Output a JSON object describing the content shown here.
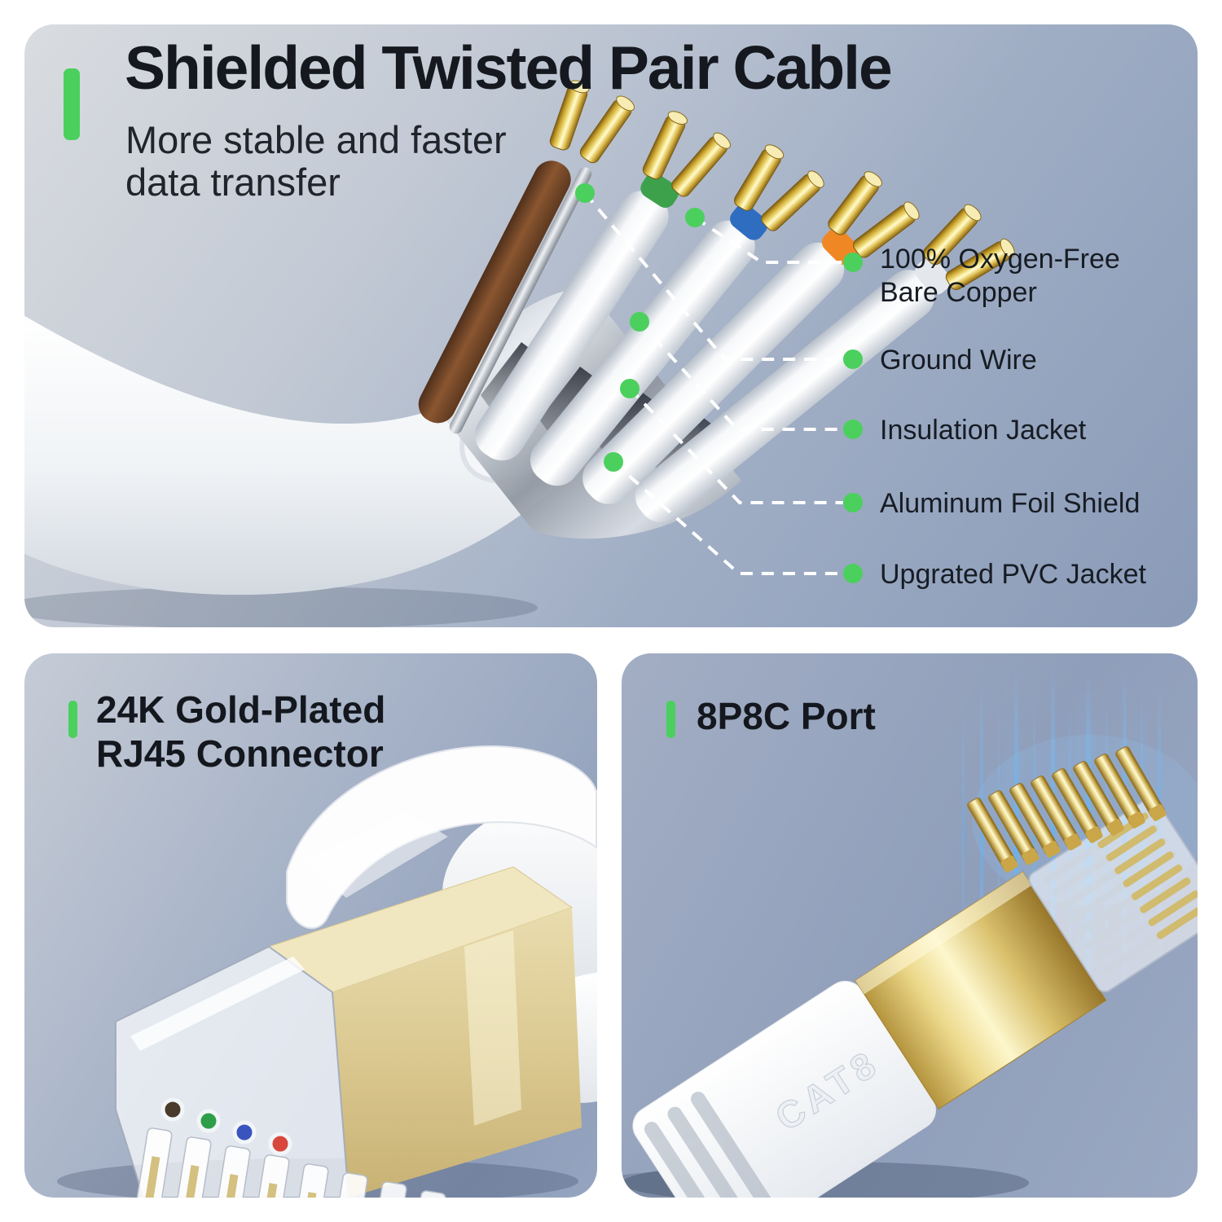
{
  "accent_color": "#4bd05e",
  "panels": {
    "top": {
      "title": "Shielded Twisted Pair Cable",
      "subtitle": "More stable and faster\ndata transfer",
      "callouts": [
        {
          "label": "100% Oxygen-Free\nBare Copper"
        },
        {
          "label": "Ground Wire"
        },
        {
          "label": "Insulation Jacket"
        },
        {
          "label": "Aluminum Foil Shield"
        },
        {
          "label": "Upgrated PVC Jacket"
        }
      ],
      "dot_color": "#4bd05e",
      "leader_line_color": "#ffffff",
      "wire_pair_colors": {
        "pair1": "#8a5630",
        "pair2": "#3da14c",
        "pair3": "#2f6dc0",
        "pair4": "#ef8824"
      }
    },
    "bottom_left": {
      "title": "24K Gold-Plated\nRJ45 Connector",
      "wire_dot_colors": [
        "#4a3a2b",
        "#2f9e4a",
        "#3a54bf",
        "#d8473c"
      ],
      "gold_color": "#d9c27a"
    },
    "bottom_right": {
      "title": "8P8C Port",
      "embossed_text": "CAT8",
      "pin_count": 8,
      "glow_color": "#6cc4f7"
    }
  }
}
